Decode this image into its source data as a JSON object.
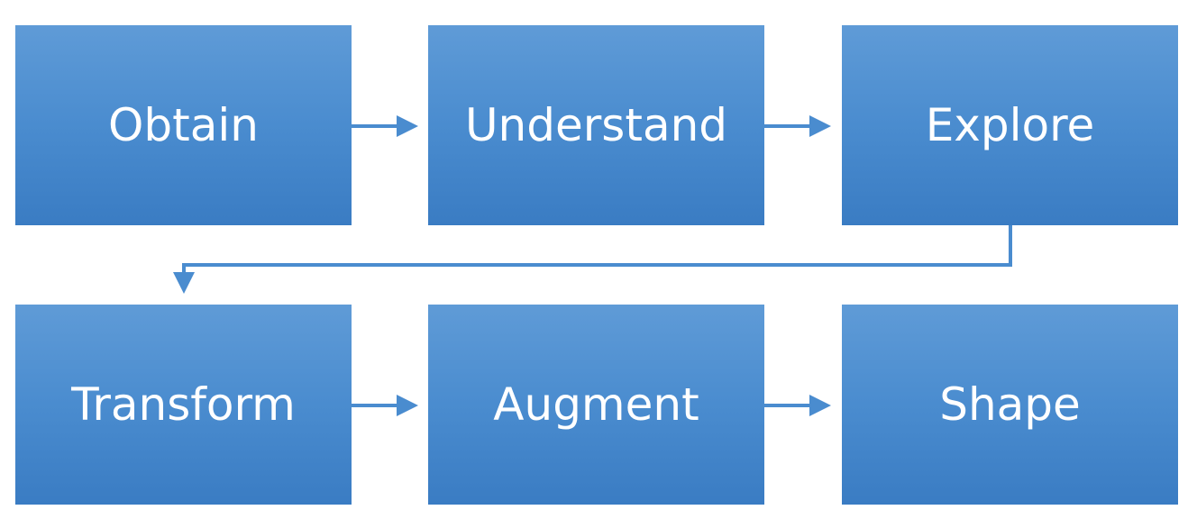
{
  "steps": [
    {
      "label": "Obtain"
    },
    {
      "label": "Understand"
    },
    {
      "label": "Explore"
    },
    {
      "label": "Transform"
    },
    {
      "label": "Augment"
    },
    {
      "label": "Shape"
    }
  ],
  "colors": {
    "box_top": "#5f9bd7",
    "box_bottom": "#3a7cc3",
    "connector": "#4a8ccf",
    "text": "#ffffff"
  }
}
